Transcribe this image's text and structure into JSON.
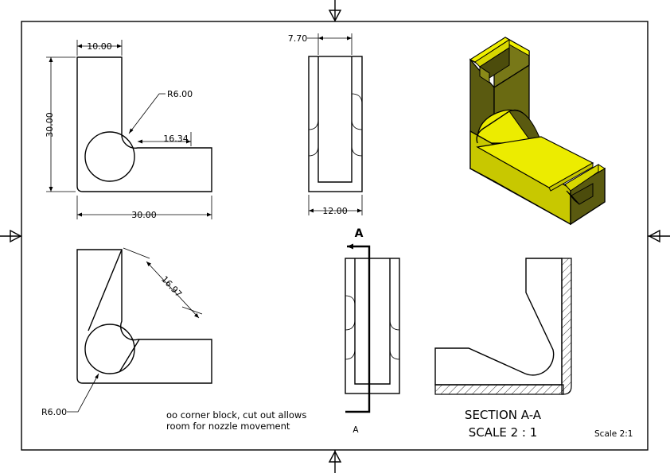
{
  "dimensions": {
    "top_view_width": "10.00",
    "top_view_height": "30.00",
    "top_view_radius": "R6.00",
    "top_view_slot": "16.34",
    "top_view_base": "30.00",
    "front_view_wall": "7.70",
    "front_view_width": "12.00",
    "bottom_view_diag": "16.97",
    "bottom_view_radius": "R6.00"
  },
  "section": {
    "arrow_label_top": "A",
    "arrow_label_bottom": "A",
    "title_line1": "SECTION A-A",
    "title_line2": "SCALE 2 : 1"
  },
  "note": {
    "line1": "oo corner block, cut out allows",
    "line2": "room for nozzle movement"
  },
  "scale_label": "Scale 2:1",
  "colors": {
    "iso_face_light": "#f0f000",
    "iso_face_mid": "#c8c800",
    "iso_face_dark": "#5a5a10",
    "iso_face_olive": "#787818"
  }
}
